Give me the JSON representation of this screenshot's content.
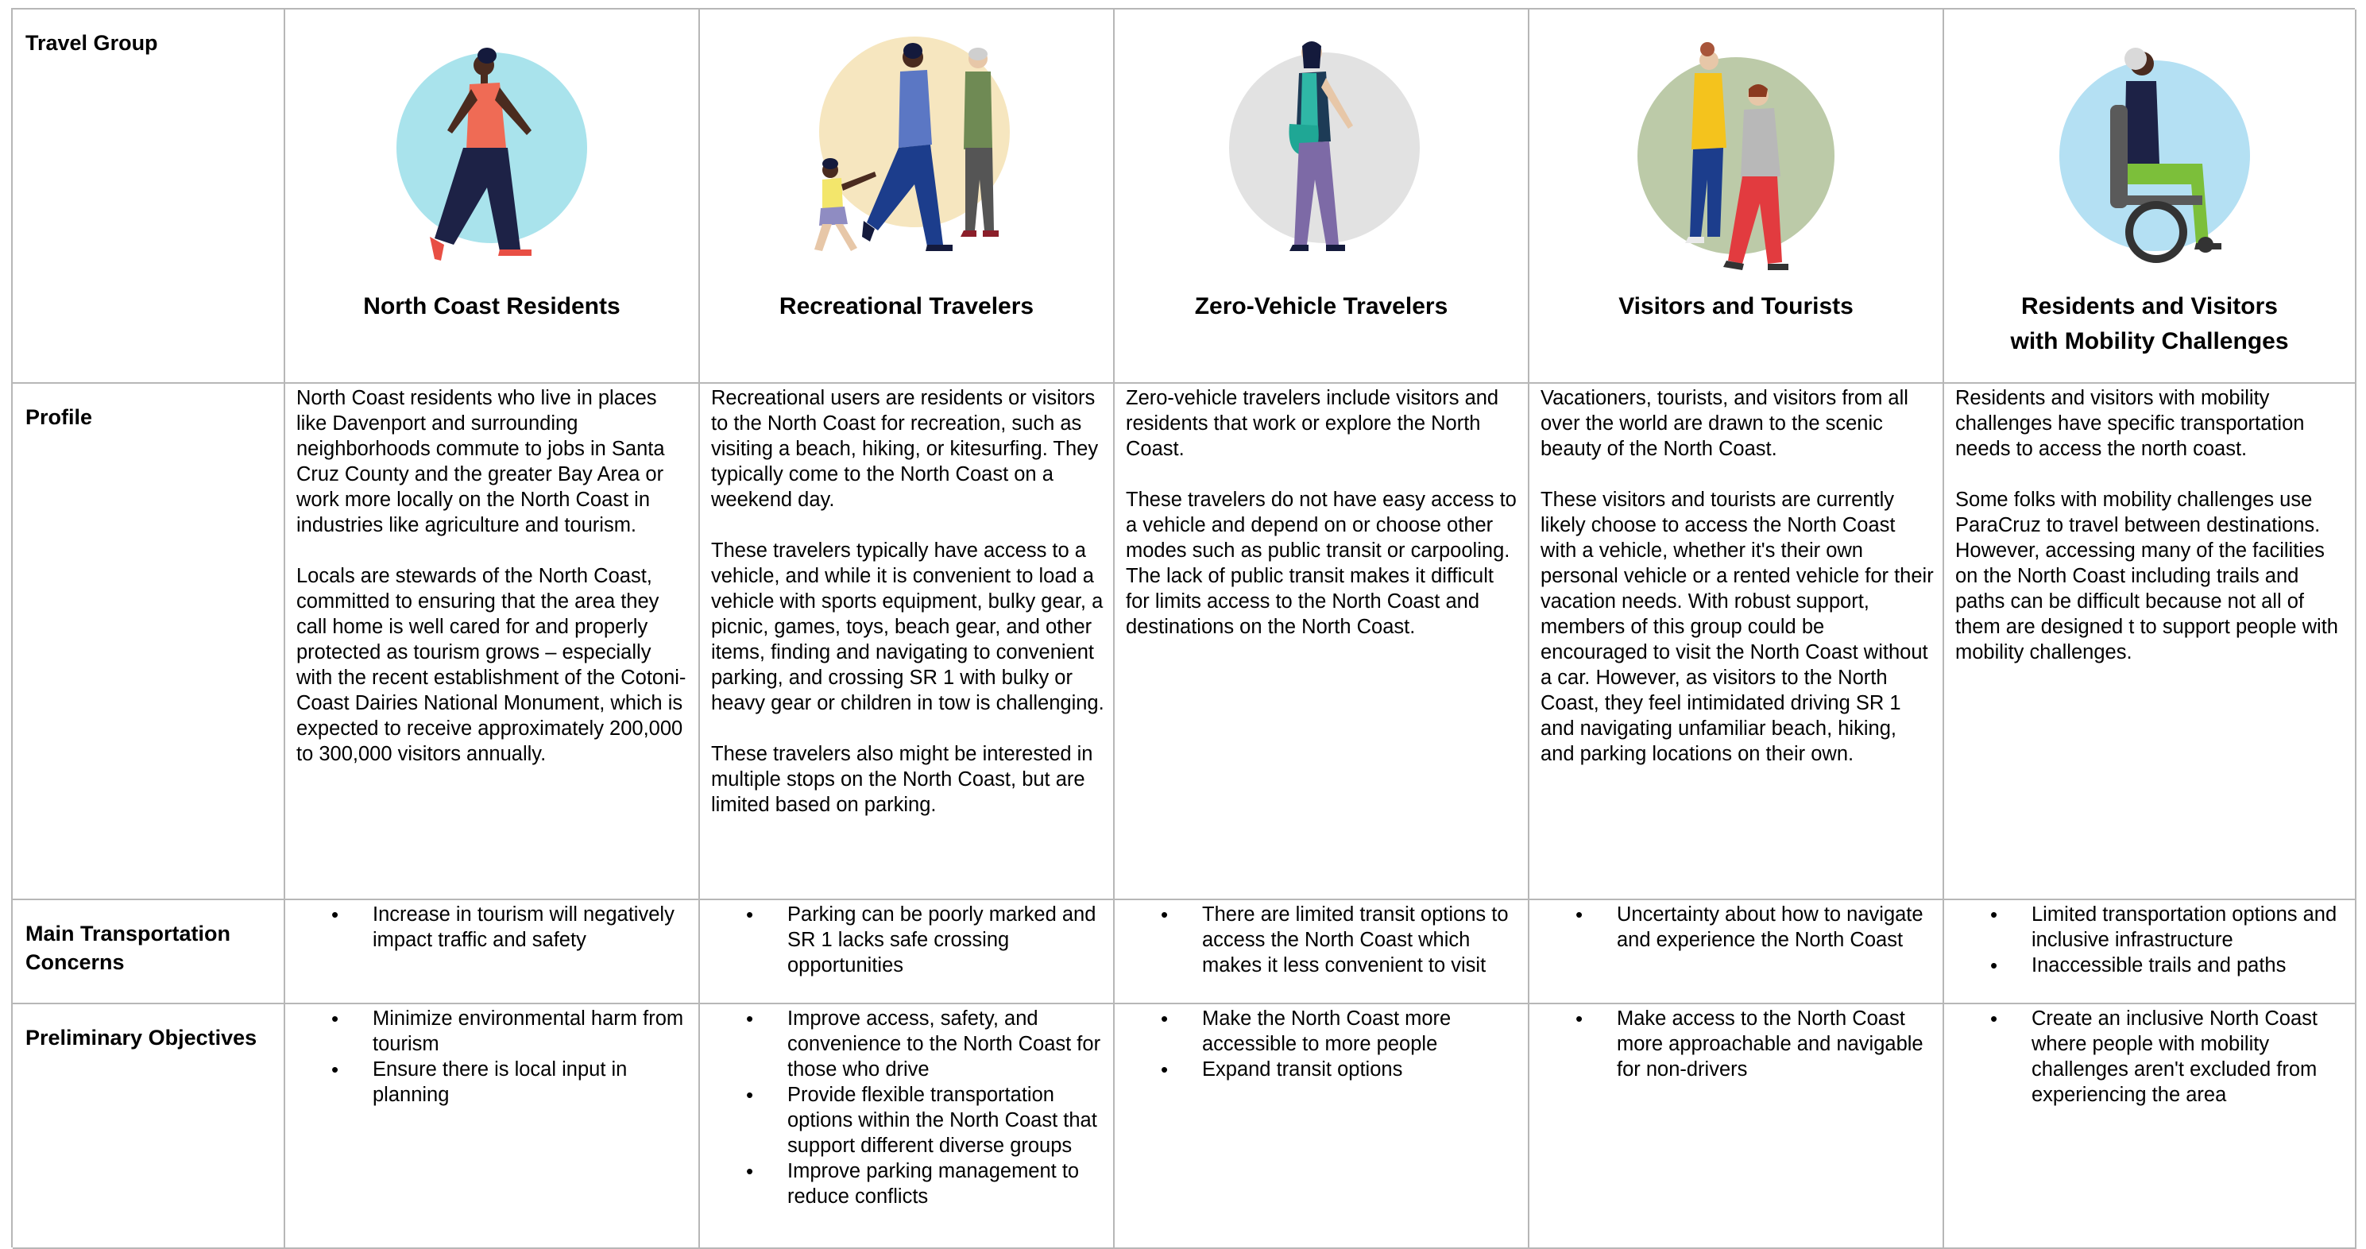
{
  "row_headers": {
    "group": "Travel Group",
    "profile": "Profile",
    "concerns": "Main Transportation Concerns",
    "objectives": "Preliminary Objectives"
  },
  "groups": [
    {
      "title": "North Coast Residents",
      "icon": "walking-woman-icon",
      "circle_color": "#a9e3ec",
      "profile": [
        "North Coast residents who live in places like Davenport and surrounding neighborhoods commute to jobs in Santa Cruz County and the greater Bay Area or work more locally on the North Coast in industries like agriculture and tourism.",
        "Locals are stewards of the North Coast, committed to ensuring that the area they call home is well cared for and properly protected as tourism grows – especially with the recent establishment of the Cotoni-Coast Dairies National Monument, which is expected to receive approximately 200,000 to 300,000 visitors annually."
      ],
      "concerns": [
        "Increase in tourism will negatively impact traffic and safety"
      ],
      "objectives": [
        "Minimize environmental harm from tourism",
        "Ensure there is local input in planning"
      ]
    },
    {
      "title": "Recreational Travelers",
      "icon": "family-walking-icon",
      "circle_color": "#f6e6bf",
      "profile": [
        "Recreational users are residents or visitors to the North Coast for recreation, such as visiting a beach, hiking, or kitesurfing. They typically come to the North Coast on a weekend day.",
        "These travelers typically have access to a vehicle, and while it is convenient to load a vehicle with sports equipment, bulky gear, a picnic, games, toys, beach gear, and other items, finding and navigating to convenient parking, and crossing SR 1 with bulky or heavy gear or children in tow is challenging.",
        "These travelers also might be interested in multiple stops on the North Coast, but are limited based on parking."
      ],
      "concerns": [
        "Parking can be poorly marked and SR 1 lacks safe crossing opportunities"
      ],
      "objectives": [
        "Improve access, safety, and convenience to the North Coast for those who drive",
        "Provide flexible transportation options within the North Coast that support different diverse groups",
        "Improve parking management to reduce conflicts"
      ]
    },
    {
      "title": "Zero-Vehicle Travelers",
      "icon": "walking-traveler-icon",
      "circle_color": "#e2e2e2",
      "profile": [
        "Zero-vehicle travelers include visitors and residents that work or explore the North Coast.",
        "These travelers do not have easy access to a vehicle and depend on or choose other modes such as public transit or carpooling. The lack of public transit makes it difficult for limits access to the North Coast and destinations on the North Coast."
      ],
      "concerns": [
        "There are limited transit options to access the North Coast which makes it less convenient to visit"
      ],
      "objectives": [
        "Make the North Coast more accessible to more people",
        "Expand transit options"
      ]
    },
    {
      "title": "Visitors and Tourists",
      "icon": "tourist-couple-icon",
      "circle_color": "#bccaa8",
      "profile": [
        "Vacationers, tourists, and visitors from all over the world are drawn to the scenic beauty of the North Coast.",
        "These visitors and tourists are currently likely choose to access the North Coast with a vehicle, whether it's their own personal vehicle or a rented vehicle for their vacation needs. With robust support, members of this group could be encouraged to visit the North Coast without a car. However, as visitors to the North Coast, they feel intimidated driving SR 1 and navigating unfamiliar beach, hiking, and parking locations on their own."
      ],
      "concerns": [
        "Uncertainty about how to navigate and experience the North Coast"
      ],
      "objectives": [
        "Make access to the North Coast more approachable and navigable for non-drivers"
      ]
    },
    {
      "title": "Residents and Visitors\nwith Mobility Challenges",
      "icon": "wheelchair-user-icon",
      "circle_color": "#b4e0f3",
      "profile": [
        "Residents and visitors with mobility challenges have specific transportation needs to access the north coast.",
        "Some folks with mobility challenges use ParaCruz to travel between destinations. However, accessing many of the facilities on the North Coast including trails and paths can be difficult because not all of them are designed t to support people with mobility challenges."
      ],
      "concerns": [
        "Limited transportation options and inclusive infrastructure",
        "Inaccessible trails and paths"
      ],
      "objectives": [
        "Create an inclusive North Coast where people with mobility challenges aren't excluded from experiencing the area"
      ]
    }
  ]
}
